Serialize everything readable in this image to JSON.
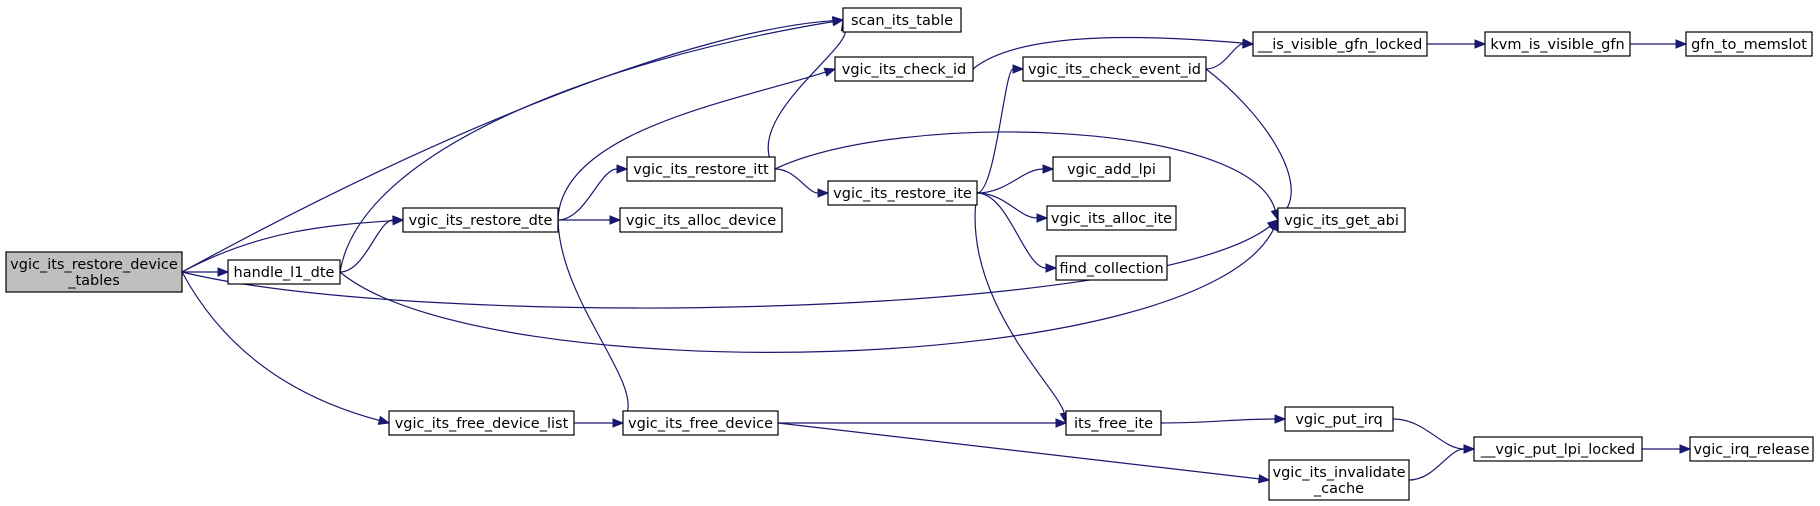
{
  "colors": {
    "edge": "#191970",
    "root_fill": "#bfbfbf",
    "node_fill": "#ffffff",
    "node_border": "#000000"
  },
  "graph": {
    "type": "call-graph",
    "nodes": [
      {
        "id": "root",
        "lines": [
          "vgic_its_restore_device",
          "_tables"
        ],
        "root": true
      },
      {
        "id": "handle_l1_dte",
        "lines": [
          "handle_l1_dte"
        ]
      },
      {
        "id": "scan_its_table",
        "lines": [
          "scan_its_table"
        ]
      },
      {
        "id": "vgic_its_restore_dte",
        "lines": [
          "vgic_its_restore_dte"
        ]
      },
      {
        "id": "vgic_its_free_device_list",
        "lines": [
          "vgic_its_free_device_list"
        ]
      },
      {
        "id": "vgic_its_restore_itt",
        "lines": [
          "vgic_its_restore_itt"
        ]
      },
      {
        "id": "vgic_its_check_id",
        "lines": [
          "vgic_its_check_id"
        ]
      },
      {
        "id": "vgic_its_alloc_device",
        "lines": [
          "vgic_its_alloc_device"
        ]
      },
      {
        "id": "vgic_its_free_device",
        "lines": [
          "vgic_its_free_device"
        ]
      },
      {
        "id": "vgic_its_restore_ite",
        "lines": [
          "vgic_its_restore_ite"
        ]
      },
      {
        "id": "vgic_its_check_event_id",
        "lines": [
          "vgic_its_check_event_id"
        ]
      },
      {
        "id": "vgic_add_lpi",
        "lines": [
          "vgic_add_lpi"
        ]
      },
      {
        "id": "vgic_its_alloc_ite",
        "lines": [
          "vgic_its_alloc_ite"
        ]
      },
      {
        "id": "find_collection",
        "lines": [
          "find_collection"
        ]
      },
      {
        "id": "its_free_ite",
        "lines": [
          "its_free_ite"
        ]
      },
      {
        "id": "vgic_its_get_abi",
        "lines": [
          "vgic_its_get_abi"
        ]
      },
      {
        "id": "is_visible_gfn_locked",
        "lines": [
          "__is_visible_gfn_locked"
        ]
      },
      {
        "id": "kvm_is_visible_gfn",
        "lines": [
          "kvm_is_visible_gfn"
        ]
      },
      {
        "id": "gfn_to_memslot",
        "lines": [
          "gfn_to_memslot"
        ]
      },
      {
        "id": "vgic_put_irq",
        "lines": [
          "vgic_put_irq"
        ]
      },
      {
        "id": "vgic_its_invalidate_cache",
        "lines": [
          "vgic_its_invalidate",
          "_cache"
        ]
      },
      {
        "id": "vgic_put_lpi_locked",
        "lines": [
          "__vgic_put_lpi_locked"
        ]
      },
      {
        "id": "vgic_irq_release",
        "lines": [
          "vgic_irq_release"
        ]
      }
    ],
    "edges": [
      {
        "from": "root",
        "to": "scan_its_table"
      },
      {
        "from": "root",
        "to": "vgic_its_restore_dte"
      },
      {
        "from": "root",
        "to": "handle_l1_dte"
      },
      {
        "from": "root",
        "to": "vgic_its_get_abi"
      },
      {
        "from": "root",
        "to": "vgic_its_free_device_list"
      },
      {
        "from": "handle_l1_dte",
        "to": "scan_its_table"
      },
      {
        "from": "handle_l1_dte",
        "to": "vgic_its_restore_dte"
      },
      {
        "from": "handle_l1_dte",
        "to": "vgic_its_get_abi"
      },
      {
        "from": "vgic_its_restore_dte",
        "to": "vgic_its_check_id"
      },
      {
        "from": "vgic_its_restore_dte",
        "to": "vgic_its_restore_itt"
      },
      {
        "from": "vgic_its_restore_dte",
        "to": "vgic_its_alloc_device"
      },
      {
        "from": "vgic_its_restore_dte",
        "to": "vgic_its_free_device"
      },
      {
        "from": "vgic_its_restore_itt",
        "to": "scan_its_table"
      },
      {
        "from": "vgic_its_restore_itt",
        "to": "vgic_its_get_abi"
      },
      {
        "from": "vgic_its_restore_itt",
        "to": "vgic_its_restore_ite"
      },
      {
        "from": "vgic_its_check_id",
        "to": "is_visible_gfn_locked"
      },
      {
        "from": "vgic_its_restore_ite",
        "to": "vgic_its_check_event_id"
      },
      {
        "from": "vgic_its_restore_ite",
        "to": "vgic_add_lpi"
      },
      {
        "from": "vgic_its_restore_ite",
        "to": "vgic_its_alloc_ite"
      },
      {
        "from": "vgic_its_restore_ite",
        "to": "find_collection"
      },
      {
        "from": "vgic_its_restore_ite",
        "to": "its_free_ite"
      },
      {
        "from": "vgic_its_check_event_id",
        "to": "is_visible_gfn_locked"
      },
      {
        "from": "vgic_its_check_event_id",
        "to": "vgic_its_get_abi"
      },
      {
        "from": "is_visible_gfn_locked",
        "to": "kvm_is_visible_gfn"
      },
      {
        "from": "kvm_is_visible_gfn",
        "to": "gfn_to_memslot"
      },
      {
        "from": "vgic_its_free_device_list",
        "to": "vgic_its_free_device"
      },
      {
        "from": "vgic_its_free_device",
        "to": "its_free_ite"
      },
      {
        "from": "vgic_its_free_device",
        "to": "vgic_its_invalidate_cache"
      },
      {
        "from": "its_free_ite",
        "to": "vgic_put_irq"
      },
      {
        "from": "vgic_put_irq",
        "to": "vgic_put_lpi_locked"
      },
      {
        "from": "vgic_its_invalidate_cache",
        "to": "vgic_put_lpi_locked"
      },
      {
        "from": "vgic_put_lpi_locked",
        "to": "vgic_irq_release"
      }
    ]
  }
}
